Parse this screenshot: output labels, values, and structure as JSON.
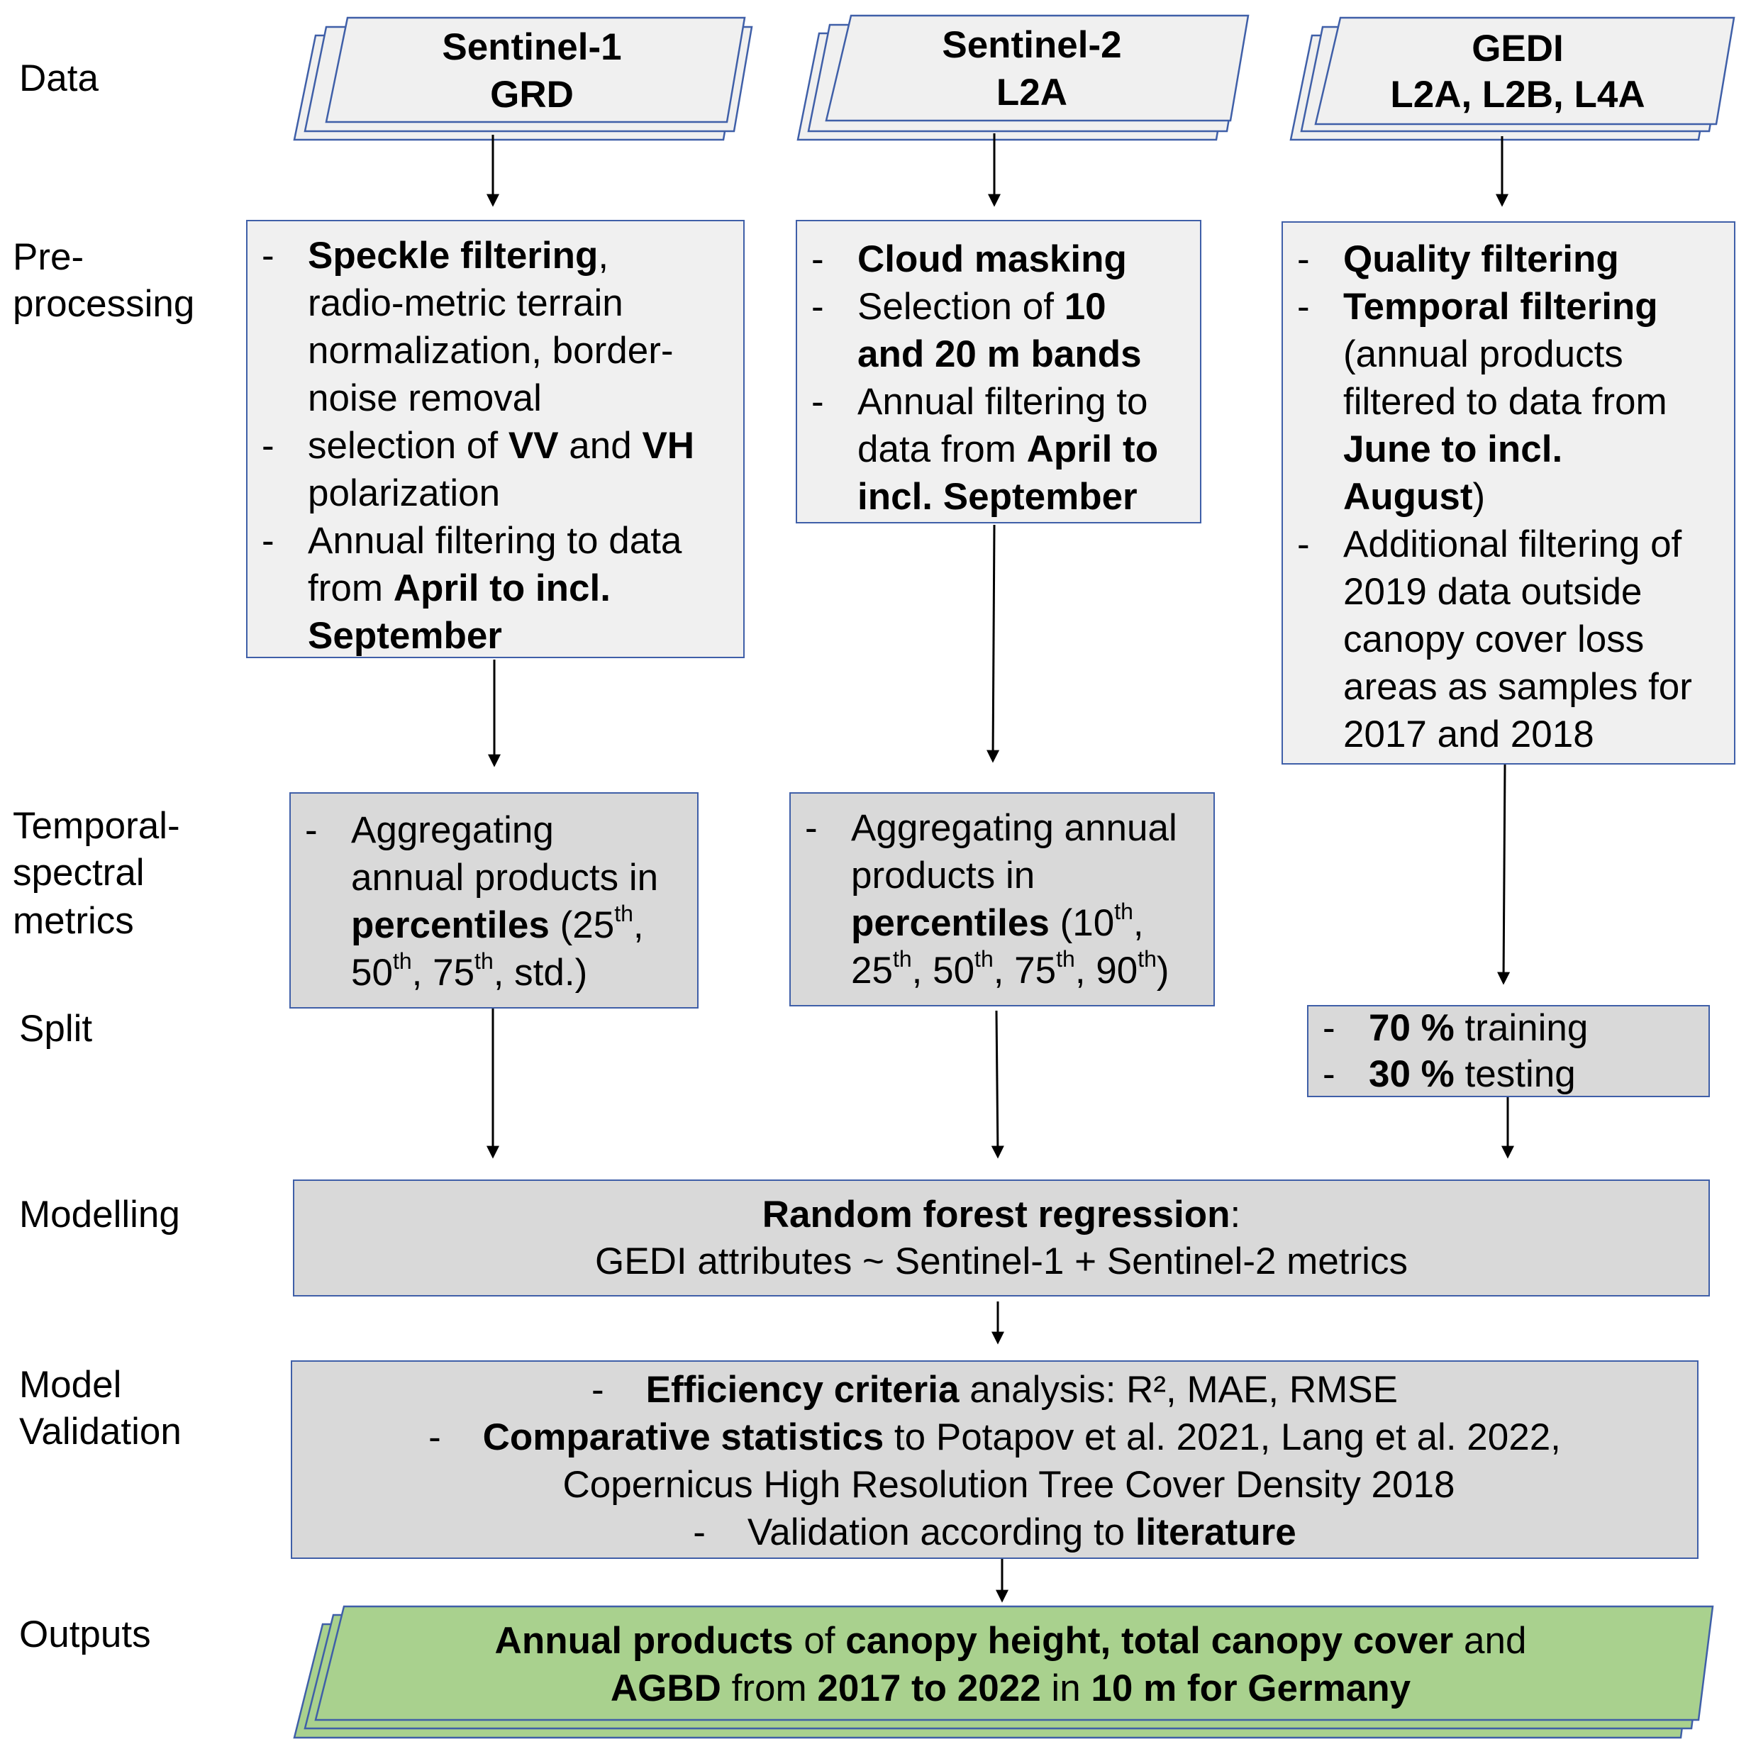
{
  "colors": {
    "border": "#3f5fa8",
    "box_fill": "#d9d9d9",
    "light_fill": "#f0f0f0",
    "output_fill": "#a9d18e"
  },
  "rows": {
    "data": "Data",
    "pre1": "Pre-",
    "pre2": "processing",
    "tsm1": "Temporal-",
    "tsm2": "spectral",
    "tsm3": "metrics",
    "split": "Split",
    "modelling": "Modelling",
    "val1": "Model",
    "val2": "Validation",
    "outputs": "Outputs"
  },
  "data_sources": {
    "s1": [
      "Sentinel-1",
      "GRD"
    ],
    "s2": [
      "Sentinel-2",
      "L2A"
    ],
    "gedi": [
      "GEDI",
      "L2A, L2B, L4A"
    ]
  },
  "dash": "-",
  "pre_s1": {
    "i1a": "Speckle filtering",
    "i1b": ",",
    "i1c": "radio-metric terrain",
    "i1d": "normalization, border-",
    "i1e": "noise removal",
    "i2a": "selection of ",
    "i2b": "VV",
    "i2c": " and ",
    "i2d": "VH",
    "i2e": "polarization",
    "i3a": "Annual filtering to data",
    "i3b": "from ",
    "i3c": "April to incl.",
    "i3d": "September"
  },
  "pre_s2": {
    "i1": "Cloud masking",
    "i2a": "Selection of ",
    "i2b": "10",
    "i2c": "and 20 m bands",
    "i3a": "Annual filtering to",
    "i3b": "data from ",
    "i3c": "April to",
    "i3d": "incl. September"
  },
  "pre_gedi": {
    "i1": "Quality filtering",
    "i2": "Temporal filtering",
    "i2b": "(annual products",
    "i2c": "filtered to data from",
    "i2d": "June to incl.",
    "i2e": "August",
    "i2f": ")",
    "i3a": "Additional filtering of",
    "i3b": "2019 data outside",
    "i3c": "canopy cover loss",
    "i3d": "areas as samples for",
    "i3e": "2017 and 2018"
  },
  "tsm_s1": {
    "l1": "Aggregating",
    "l2": "annual products in",
    "l3a": "percentiles",
    "l3b": " (25",
    "l3c": "th",
    "l3d": ",",
    "l4a": "50",
    "l4b": "th",
    "l4c": ", 75",
    "l4d": "th",
    "l4e": ", std.)"
  },
  "tsm_s2": {
    "l1": "Aggregating annual",
    "l2": "products in",
    "l3a": "percentiles",
    "l3b": " (10",
    "l3c": "th",
    "l3d": ",",
    "l4a": "25",
    "l4b": "th",
    "l4c": ", 50",
    "l4d": "th",
    "l4e": ", 75",
    "l4f": "th",
    "l4g": ", 90",
    "l4h": "th",
    "l4i": ")"
  },
  "split_box": {
    "a1": "70 %",
    "a2": " training",
    "b1": "30 %",
    "b2": " testing"
  },
  "model_box": {
    "l1a": "Random forest regression",
    "l1b": ":",
    "l2": "GEDI attributes ~ Sentinel-1 + Sentinel-2 metrics"
  },
  "validation_box": {
    "l1a": "Efficiency criteria",
    "l1b": " analysis: R², MAE, RMSE",
    "l2a": "Comparative statistics",
    "l2b": " to Potapov et al. 2021, Lang et al. 2022,",
    "l3": "Copernicus High Resolution Tree Cover Density 2018",
    "l4a": "Validation according to ",
    "l4b": "literature"
  },
  "output_box": {
    "l1a": "Annual products",
    "l1b": " of ",
    "l1c": "canopy height, total canopy cover",
    "l1d": " and",
    "l2a": "AGBD",
    "l2b": " from ",
    "l2c": "2017 to 2022",
    "l2d": " in ",
    "l2e": "10 m for Germany"
  }
}
